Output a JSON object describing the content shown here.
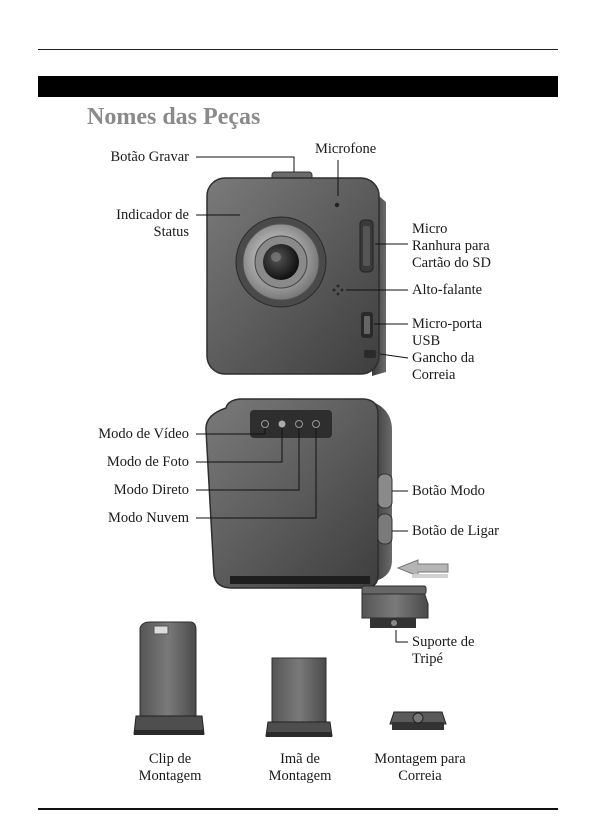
{
  "page": {
    "heading": "Nomes das Peças"
  },
  "camera_front": {
    "labels": {
      "record_button": "Botão Gravar",
      "microphone": "Microfone",
      "status_indicator_line1": "Indicador de",
      "status_indicator_line2": "Status",
      "sd_slot_line1": "Micro",
      "sd_slot_line2": "Ranhura para",
      "sd_slot_line3": "Cartão do SD",
      "speaker": "Alto-falante",
      "usb_line1": "Micro-porta",
      "usb_line2": "USB",
      "strap_hook_line1": "Gancho da",
      "strap_hook_line2": "Correia"
    }
  },
  "camera_back": {
    "labels": {
      "video_mode": "Modo de Vídeo",
      "photo_mode": "Modo de Foto",
      "direct_mode": "Modo Direto",
      "cloud_mode": "Modo Nuvem",
      "mode_button": "Botão Modo",
      "power_button": "Botão de Ligar",
      "tripod_mount_line1": "Suporte de",
      "tripod_mount_line2": "Tripé"
    }
  },
  "accessories": {
    "clip_line1": "Clip de",
    "clip_line2": "Montagem",
    "magnet_line1": "Imã de",
    "magnet_line2": "Montagem",
    "strap_mount_line1": "Montagem para",
    "strap_mount_line2": "Correia"
  },
  "colors": {
    "camera_body": "#5a5a5a",
    "camera_edge": "#3a3a3a",
    "heading": "#8a8a8a"
  }
}
